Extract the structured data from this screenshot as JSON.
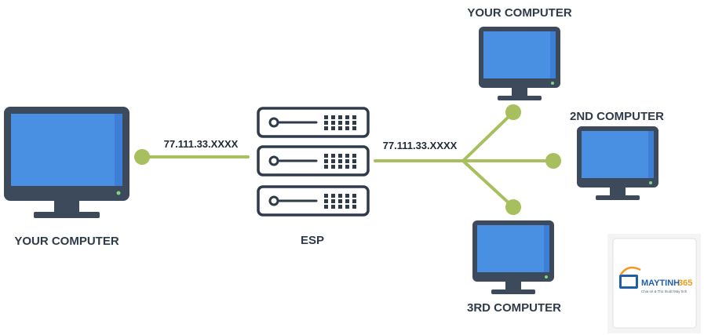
{
  "nodes": {
    "your_computer_main": {
      "label": "YOUR COMPUTER"
    },
    "esp": {
      "label": "ESP"
    },
    "your_computer_top": {
      "label": "YOUR COMPUTER"
    },
    "second_computer": {
      "label": "2ND COMPUTER"
    },
    "third_computer": {
      "label": "3RD COMPUTER"
    }
  },
  "links": {
    "left_ip": "77.111.33.XXXX",
    "right_ip": "77.111.33.XXXX"
  },
  "watermark": {
    "brand_prefix": "MAYTINH",
    "brand_suffix": "365",
    "tagline": "Chia sẻ & Thủ thuật Máy tính"
  },
  "colors": {
    "monitor_frame": "#3d4a5c",
    "screen": "#4a90e2",
    "connector": "#a7bf5c",
    "connector_node": "#a7bf5c",
    "server_stroke": "#2f3a4a",
    "brand_blue": "#1f5fa8",
    "brand_orange": "#f39a1e"
  }
}
